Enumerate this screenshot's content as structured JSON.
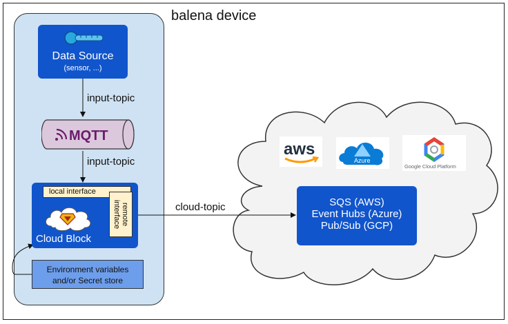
{
  "diagram": {
    "device_title": "balena device",
    "data_source": {
      "title": "Data Source",
      "subtitle": "(sensor, ...)"
    },
    "input_topic_1": "input-topic",
    "input_topic_2": "input-topic",
    "mqtt_label": "MQTT",
    "cloud_block": {
      "title": "Cloud Block",
      "local_interface": "local interface",
      "remote_interface_line1": "remote",
      "remote_interface_line2": "interface"
    },
    "env_box": {
      "line1": "Environment variables",
      "line2": "and/or Secret store"
    },
    "cloud_topic": "cloud-topic",
    "queues": [
      "SQS (AWS)",
      "Event Hubs (Azure)",
      "Pub/Sub (GCP)"
    ],
    "logos": {
      "aws": "aws",
      "azure": "Azure",
      "gcp": "Google Cloud Platform"
    },
    "colors": {
      "device_bg": "#cfe2f3",
      "block_blue": "#1155cc",
      "interface_bg": "#fff2cc",
      "env_bg": "#6d9eeb",
      "mqtt_purple": "#6a1b6a",
      "aws_orange": "#ff9900",
      "azure_blue": "#0a7cd6"
    }
  }
}
